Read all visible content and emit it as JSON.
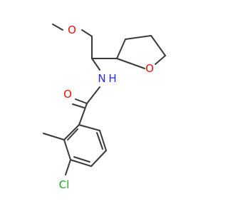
{
  "molecule": {
    "colors": {
      "bond": "#3a3a3a",
      "carbon": "#3a3a3a",
      "oxygen": "#e8120b",
      "nitrogen": "#2b2bd8",
      "chlorine": "#24a524"
    },
    "atoms": {
      "o_methoxy": {
        "label": "O",
        "element": "oxygen"
      },
      "o_ring": {
        "label": "O",
        "element": "oxygen"
      },
      "o_carbonyl": {
        "label": "O",
        "element": "oxygen"
      },
      "n_amide": {
        "label": "N",
        "h_label": "H",
        "element": "nitrogen"
      },
      "cl": {
        "label": "Cl",
        "element": "chlorine"
      }
    }
  }
}
